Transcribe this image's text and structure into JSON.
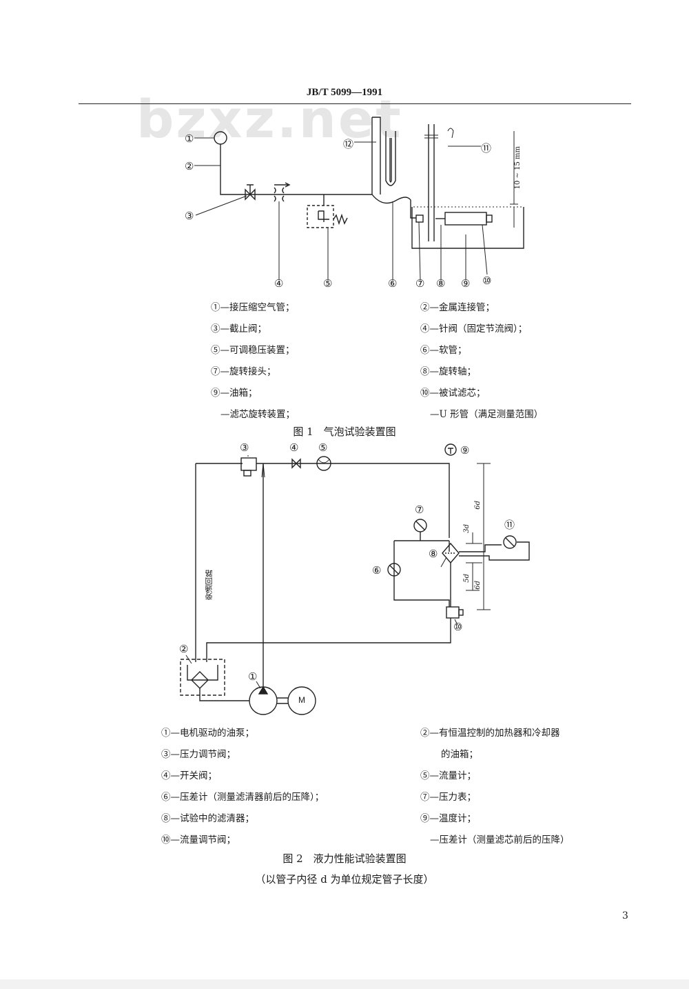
{
  "header": {
    "standard_code": "JB/T  5099—1991"
  },
  "watermark": {
    "text": "bzxz.net"
  },
  "figure1": {
    "callouts": [
      "①",
      "②",
      "③",
      "④",
      "⑤",
      "⑥",
      "⑦",
      "⑧",
      "⑨",
      "⑩",
      "⑪",
      "⑫"
    ],
    "dimension_text": "10 ~ 15 mm",
    "legend": [
      "①—接压缩空气管；",
      "②—金属连接管；",
      "③—截止阀；",
      "④—针阀（固定节流阀）；",
      "⑤—可调稳压装置；",
      "⑥—软管；",
      "⑦—旋转接头；",
      "⑧—旋转轴；",
      "⑨—油箱；",
      "⑩—被试滤芯；",
      "—滤芯旋转装置；",
      "—U 形管（满足测量范围）"
    ],
    "caption": "图 1　气泡试验装置图"
  },
  "figure2": {
    "callouts": [
      "①",
      "②",
      "③",
      "④",
      "⑤",
      "⑥",
      "⑦",
      "⑧",
      "⑨",
      "⑩",
      "⑪"
    ],
    "bypass_label": "旁通回路",
    "motor_label": "M",
    "dimensions": {
      "six_d": "6d",
      "three_d": "3d",
      "five_d": "5d"
    },
    "legend": [
      "①—电机驱动的油泵；",
      "②—有恒温控制的加热器和冷却器",
      "的油箱；",
      "③—压力调节阀；",
      "④—开关阀；",
      "⑤—流量计；",
      "⑥—压差计（测量滤清器前后的压降）；",
      "⑦—压力表；",
      "⑧—试验中的滤清器；",
      "⑨—温度计；",
      "⑩—流量调节阀；",
      "—压差计（测量滤芯前后的压降）"
    ],
    "caption": "图 2　液力性能试验装置图",
    "subcaption": "（以管子内径 d 为单位规定管子长度）"
  },
  "footer": {
    "page_number": "3"
  }
}
